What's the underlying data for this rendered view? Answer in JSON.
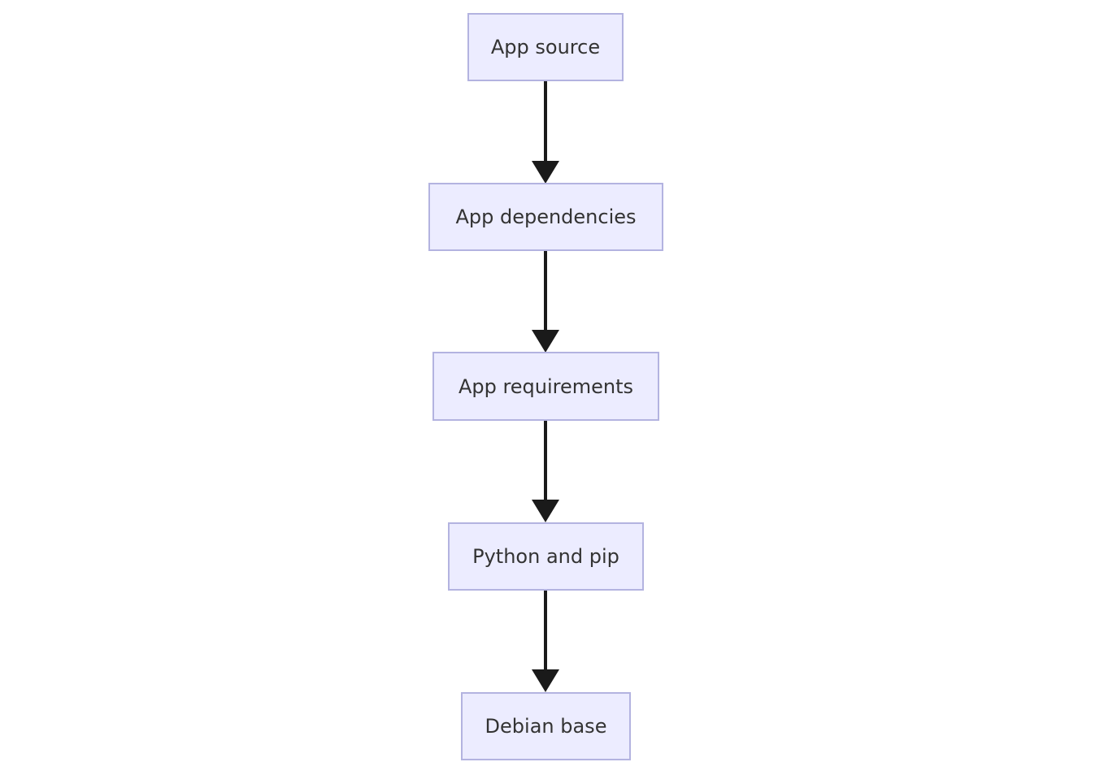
{
  "diagram": {
    "type": "flowchart",
    "direction": "top-down",
    "nodes": [
      {
        "id": "app-source",
        "label": "App source"
      },
      {
        "id": "app-dependencies",
        "label": "App dependencies"
      },
      {
        "id": "app-requirements",
        "label": "App requirements"
      },
      {
        "id": "python-and-pip",
        "label": "Python and pip"
      },
      {
        "id": "debian-base",
        "label": "Debian base"
      }
    ],
    "edges": [
      {
        "from": "App source",
        "to": "App dependencies",
        "style": "solid-arrow"
      },
      {
        "from": "App dependencies",
        "to": "App requirements",
        "style": "solid-arrow"
      },
      {
        "from": "App requirements",
        "to": "Python and pip",
        "style": "solid-arrow"
      },
      {
        "from": "Python and pip",
        "to": "Debian base",
        "style": "solid-arrow"
      }
    ],
    "colors": {
      "node_fill": "#ECECFF",
      "node_border": "#B3B3E0",
      "node_text": "#333333",
      "arrow": "#1A1A1A",
      "background": "#FFFFFF"
    }
  }
}
